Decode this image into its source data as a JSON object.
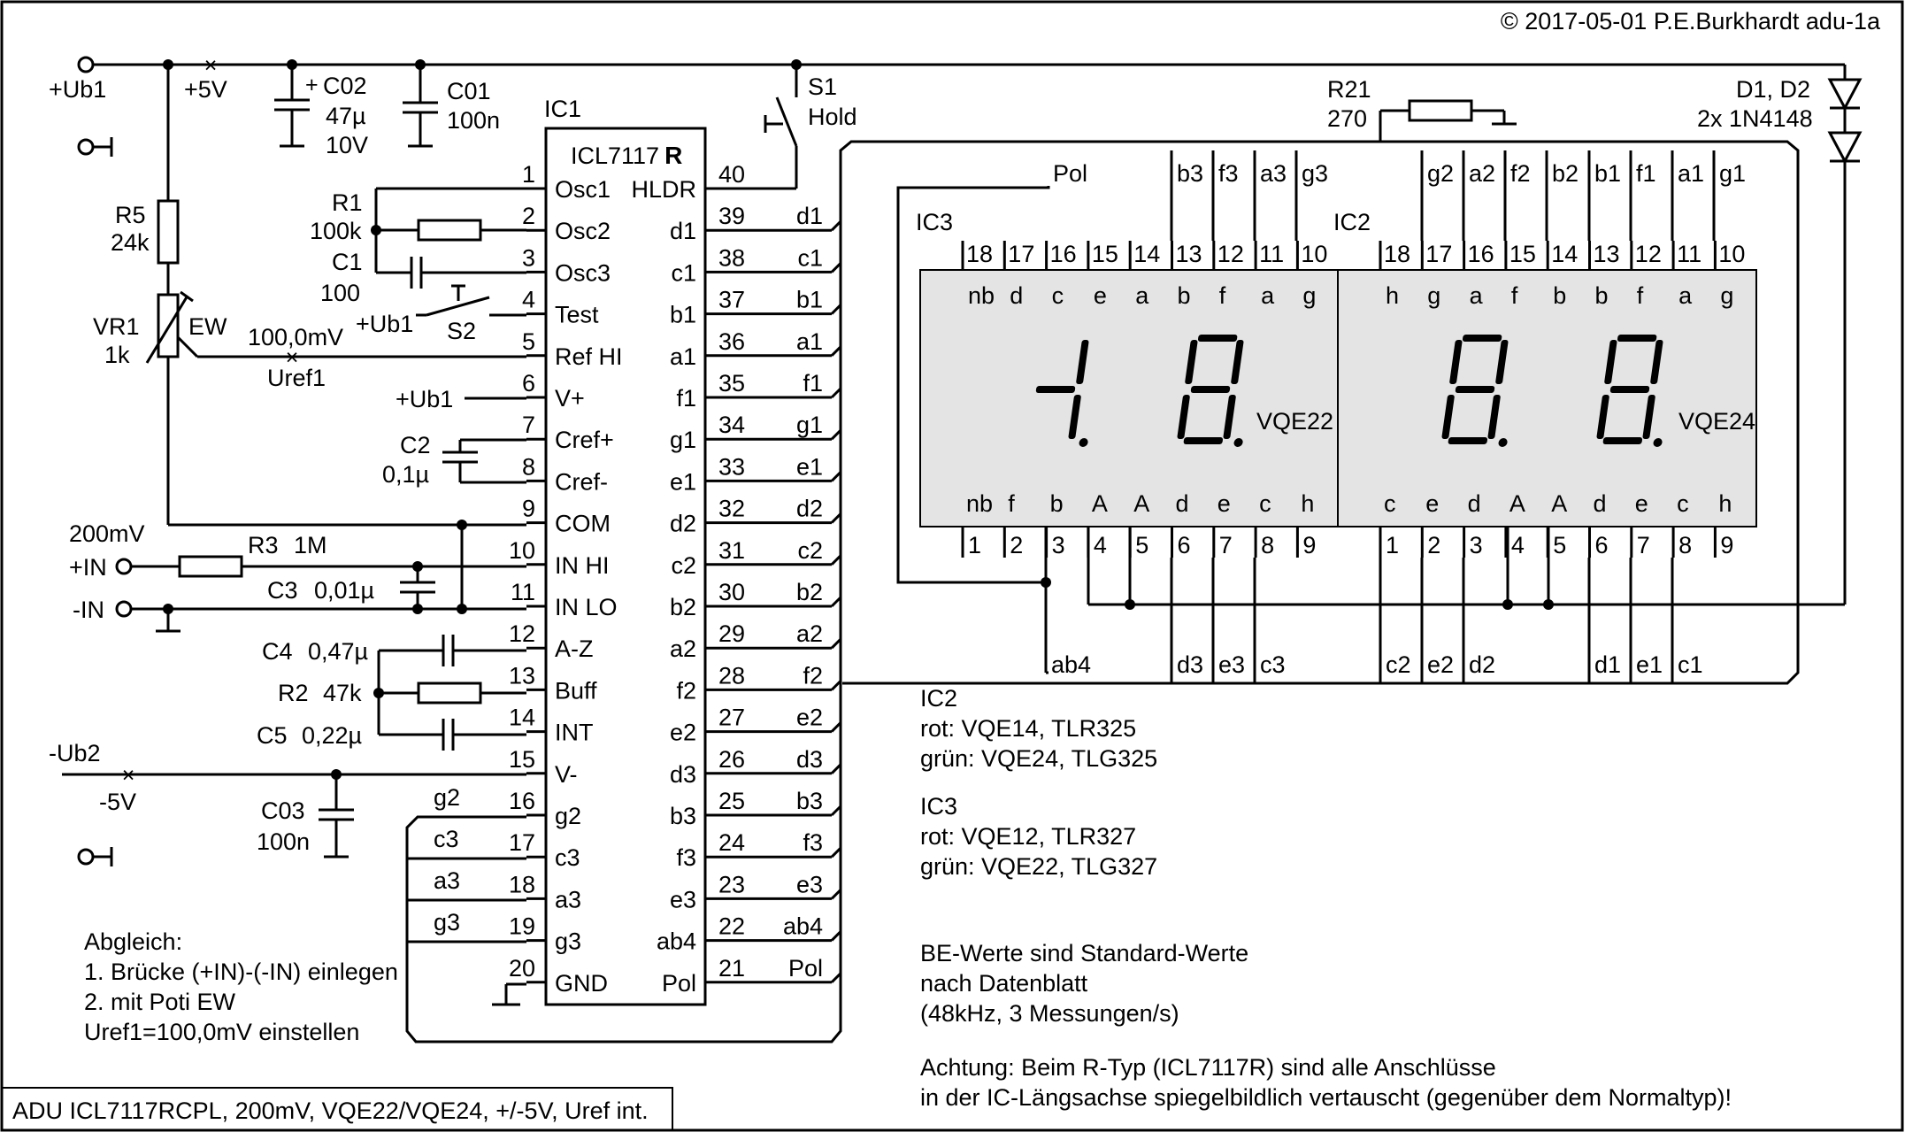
{
  "copyright": "© 2017-05-01 P.E.Burkhardt  adu-1a",
  "footer_title": "ADU ICL7117RCPL, 200mV, VQE22/VQE24, +/-5V, Uref int.",
  "ic1": {
    "name": "IC1",
    "part_main": "ICL7117",
    "part_suffix": "R",
    "left_pins": [
      {
        "num": "1",
        "name": "Osc1"
      },
      {
        "num": "2",
        "name": "Osc2"
      },
      {
        "num": "3",
        "name": "Osc3"
      },
      {
        "num": "4",
        "name": "Test"
      },
      {
        "num": "5",
        "name": "Ref HI"
      },
      {
        "num": "6",
        "name": "V+"
      },
      {
        "num": "7",
        "name": "Cref+"
      },
      {
        "num": "8",
        "name": "Cref-"
      },
      {
        "num": "9",
        "name": "COM"
      },
      {
        "num": "10",
        "name": "IN HI"
      },
      {
        "num": "11",
        "name": "IN LO"
      },
      {
        "num": "12",
        "name": "A-Z"
      },
      {
        "num": "13",
        "name": "Buff"
      },
      {
        "num": "14",
        "name": "INT"
      },
      {
        "num": "15",
        "name": "V-"
      },
      {
        "num": "16",
        "name": "g2"
      },
      {
        "num": "17",
        "name": "c3"
      },
      {
        "num": "18",
        "name": "a3"
      },
      {
        "num": "19",
        "name": "g3"
      },
      {
        "num": "20",
        "name": "GND"
      }
    ],
    "right_pins": [
      {
        "num": "40",
        "name": "HLDR",
        "net": ""
      },
      {
        "num": "39",
        "name": "d1",
        "net": "d1"
      },
      {
        "num": "38",
        "name": "c1",
        "net": "c1"
      },
      {
        "num": "37",
        "name": "b1",
        "net": "b1"
      },
      {
        "num": "36",
        "name": "a1",
        "net": "a1"
      },
      {
        "num": "35",
        "name": "f1",
        "net": "f1"
      },
      {
        "num": "34",
        "name": "g1",
        "net": "g1"
      },
      {
        "num": "33",
        "name": "e1",
        "net": "e1"
      },
      {
        "num": "32",
        "name": "d2",
        "net": "d2"
      },
      {
        "num": "31",
        "name": "c2",
        "net": "c2"
      },
      {
        "num": "30",
        "name": "b2",
        "net": "b2"
      },
      {
        "num": "29",
        "name": "a2",
        "net": "a2"
      },
      {
        "num": "28",
        "name": "f2",
        "net": "f2"
      },
      {
        "num": "27",
        "name": "e2",
        "net": "e2"
      },
      {
        "num": "26",
        "name": "d3",
        "net": "d3"
      },
      {
        "num": "25",
        "name": "b3",
        "net": "b3"
      },
      {
        "num": "24",
        "name": "f3",
        "net": "f3"
      },
      {
        "num": "23",
        "name": "e3",
        "net": "e3"
      },
      {
        "num": "22",
        "name": "ab4",
        "net": "ab4"
      },
      {
        "num": "21",
        "name": "Pol",
        "net": "Pol"
      }
    ],
    "left_bus_nets": [
      "g2",
      "c3",
      "a3",
      "g3"
    ]
  },
  "components": {
    "ub1": "+Ub1",
    "p5v": "+5V",
    "c02_name": "C02",
    "c02_val": "47µ",
    "c02_volt": "10V",
    "c01_name": "C01",
    "c01_val": "100n",
    "r5_name": "R5",
    "r5_val": "24k",
    "vr1_name": "VR1",
    "vr1_val": "1k",
    "vr1_ew": "EW",
    "r1_name": "R1",
    "r1_val": "100k",
    "c1_name": "C1",
    "c1_val": "100",
    "s2_label": "S2",
    "s2_supply": "+Ub1",
    "uref_val": "100,0mV",
    "uref_name": "Uref1",
    "v_plus_supply": "+Ub1",
    "c2_name": "C2",
    "c2_val": "0,1µ",
    "range": "200mV",
    "in_plus": "+IN",
    "in_minus": "-IN",
    "r3_name": "R3",
    "r3_val": "1M",
    "c3_name": "C3",
    "c3_val": "0,01µ",
    "c4_name": "C4",
    "c4_val": "0,47µ",
    "r2_name": "R2",
    "r2_val": "47k",
    "c5_name": "C5",
    "c5_val": "0,22µ",
    "ub2": "-Ub2",
    "m5v": "-5V",
    "c03_name": "C03",
    "c03_val": "100n",
    "s1_name": "S1",
    "s1_label": "Hold",
    "r21_name": "R21",
    "r21_val": "270",
    "d_name": "D1, D2",
    "d_val": "2x 1N4148"
  },
  "display": {
    "ic3_label": "IC3",
    "ic2_label": "IC2",
    "vqe22": "VQE22",
    "vqe24": "VQE24",
    "pol": "Pol",
    "ic3_top_nets": [
      "b3",
      "f3",
      "a3",
      "g3"
    ],
    "ic2_top_nets": [
      "g2",
      "a2",
      "f2",
      "b2",
      "b1",
      "f1",
      "a1",
      "g1"
    ],
    "ic3_top_pins": [
      "18",
      "17",
      "16",
      "15",
      "14",
      "13",
      "12",
      "11",
      "10"
    ],
    "ic2_top_pins": [
      "18",
      "17",
      "16",
      "15",
      "14",
      "13",
      "12",
      "11",
      "10"
    ],
    "ic3_top_segs": [
      "nb",
      "d",
      "c",
      "e",
      "a",
      "b",
      "f",
      "a",
      "g"
    ],
    "ic2_top_segs": [
      "h",
      "g",
      "a",
      "f",
      "b",
      "b",
      "f",
      "a",
      "g"
    ],
    "ic3_bot_segs": [
      "nb",
      "f",
      "b",
      "A",
      "A",
      "d",
      "e",
      "c",
      "h"
    ],
    "ic2_bot_segs": [
      "c",
      "e",
      "d",
      "A",
      "A",
      "d",
      "e",
      "c",
      "h"
    ],
    "ic3_bot_pins": [
      "1",
      "2",
      "3",
      "4",
      "5",
      "6",
      "7",
      "8",
      "9"
    ],
    "ic2_bot_pins": [
      "1",
      "2",
      "3",
      "4",
      "5",
      "6",
      "7",
      "8",
      "9"
    ],
    "ic3_bot_nets": [
      "ab4",
      "d3",
      "e3",
      "c3"
    ],
    "ic2_bot_nets": [
      "c2",
      "e2",
      "d2",
      "d1",
      "e1",
      "c1"
    ]
  },
  "notes": {
    "abgleich": [
      "Abgleich:",
      "1. Brücke (+IN)-(-IN) einlegen",
      "2. mit Poti EW",
      "Uref1=100,0mV einstellen"
    ],
    "ic2_info": [
      "IC2",
      "rot: VQE14, TLR325",
      "grün: VQE24, TLG325"
    ],
    "ic3_info": [
      "IC3",
      "rot: VQE12, TLR327",
      "grün: VQE22, TLG327"
    ],
    "be_info": [
      "BE-Werte sind Standard-Werte",
      "nach Datenblatt",
      "(48kHz, 3 Messungen/s)"
    ],
    "achtung": [
      "Achtung: Beim R-Typ (ICL7117R) sind alle Anschlüsse",
      "in der IC-Längsachse spiegelbildlich vertauscht (gegenüber dem Normaltyp)!"
    ]
  }
}
